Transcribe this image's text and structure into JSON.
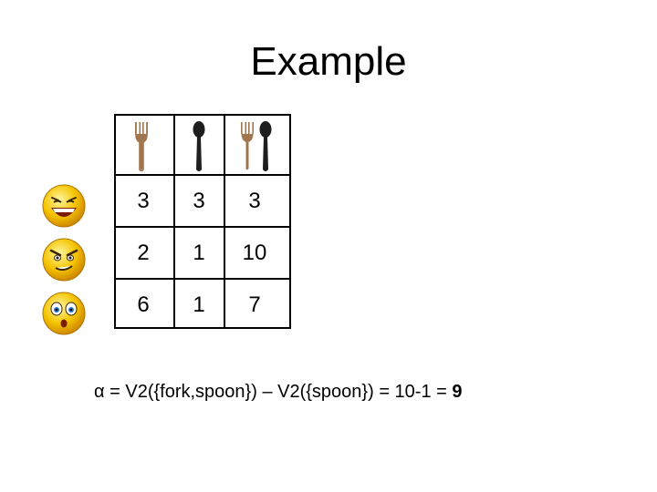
{
  "slide": {
    "title": "Example",
    "column_headers": [
      {
        "label": "fork",
        "icons": [
          "fork-icon"
        ]
      },
      {
        "label": "spoon",
        "icons": [
          "spoon-icon"
        ]
      },
      {
        "label": "fork and spoon",
        "icons": [
          "fork-icon",
          "spoon-icon"
        ]
      }
    ],
    "row_faces": [
      "laughing-face-icon",
      "angry-face-icon",
      "surprised-face-icon"
    ],
    "rows": [
      [
        "3",
        "3",
        "3"
      ],
      [
        "2",
        "1",
        "10"
      ],
      [
        "6",
        "1",
        "7"
      ]
    ],
    "formula_text": "α = V2({fork,spoon}) – V2({spoon}) = 10-1 = ",
    "formula_result": "9"
  },
  "colors": {
    "fork": "#a0764e",
    "spoon": "#1e1e1e",
    "face_yellow": "#f5c400",
    "grid_line": "#000000"
  }
}
